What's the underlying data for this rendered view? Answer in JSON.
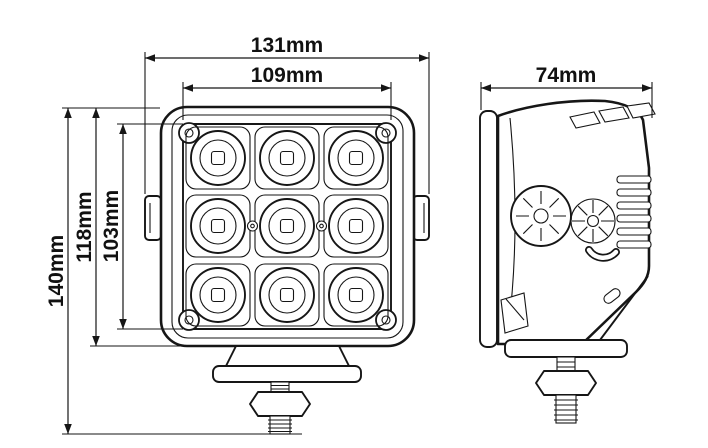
{
  "dimensions": {
    "overall_width": "131mm",
    "lens_width": "109mm",
    "overall_height": "140mm",
    "body_height": "118mm",
    "lens_height": "103mm",
    "depth": "74mm"
  },
  "colors": {
    "line": "#161616",
    "background": "#ffffff"
  }
}
